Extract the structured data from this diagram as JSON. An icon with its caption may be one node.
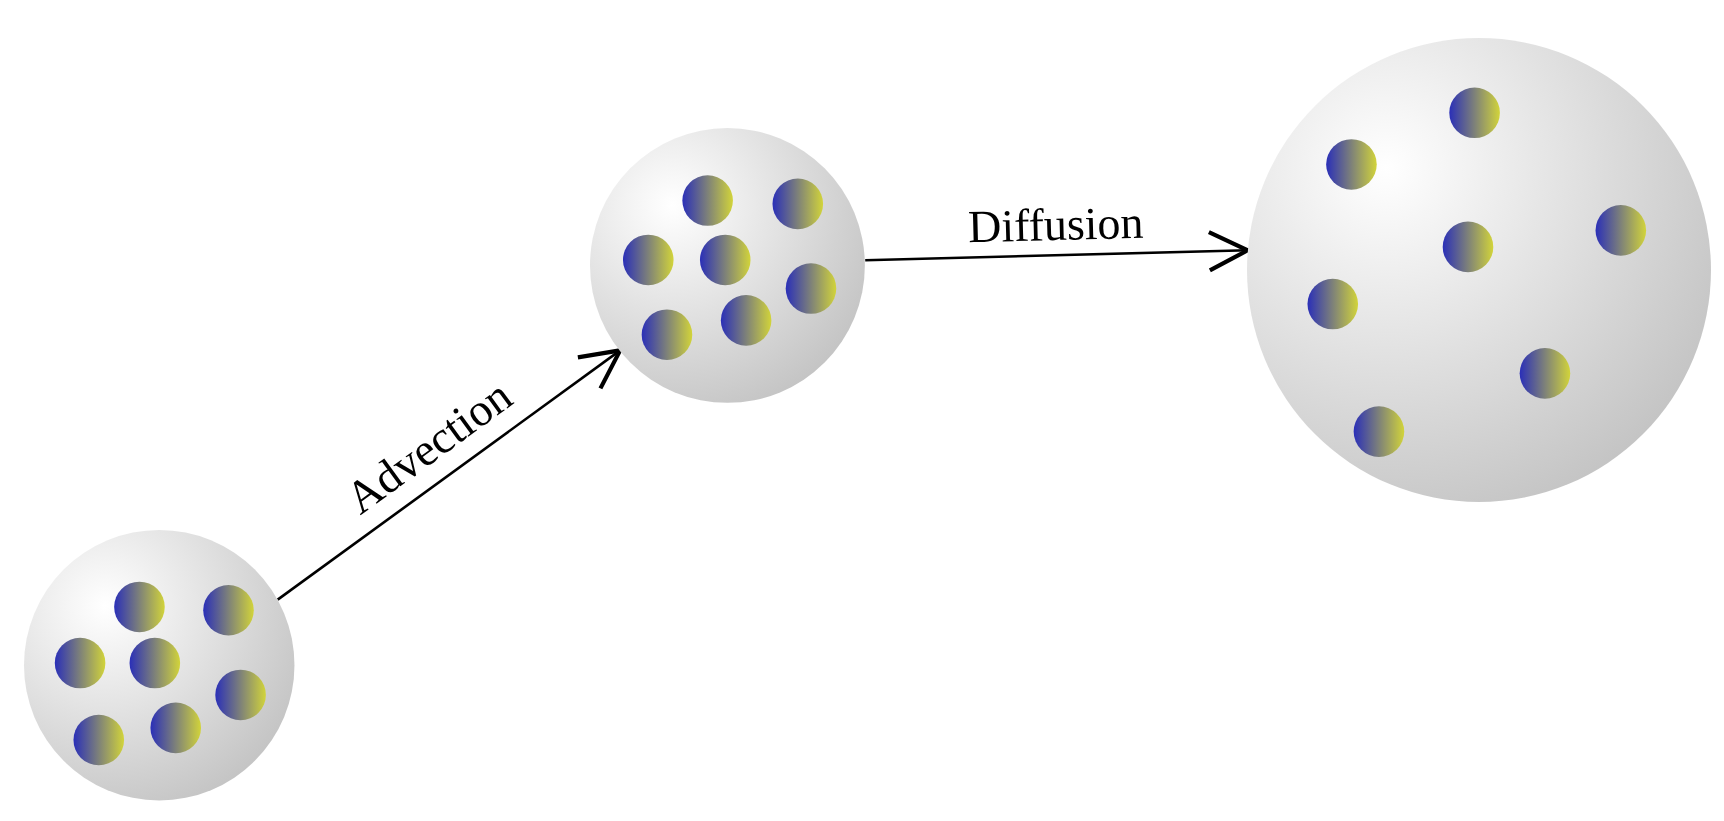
{
  "diagram": {
    "nodes": [
      {
        "text": [],
        "shape": "circle"
      },
      {
        "text": [],
        "shape": "circle"
      },
      {
        "text": [],
        "shape": "circle"
      }
    ],
    "edges": [
      {
        "from": 0,
        "to": 1,
        "arrow": "to",
        "label": "Advection"
      },
      {
        "from": 1,
        "to": 2,
        "arrow": "to",
        "label": "Diffusion"
      }
    ]
  }
}
